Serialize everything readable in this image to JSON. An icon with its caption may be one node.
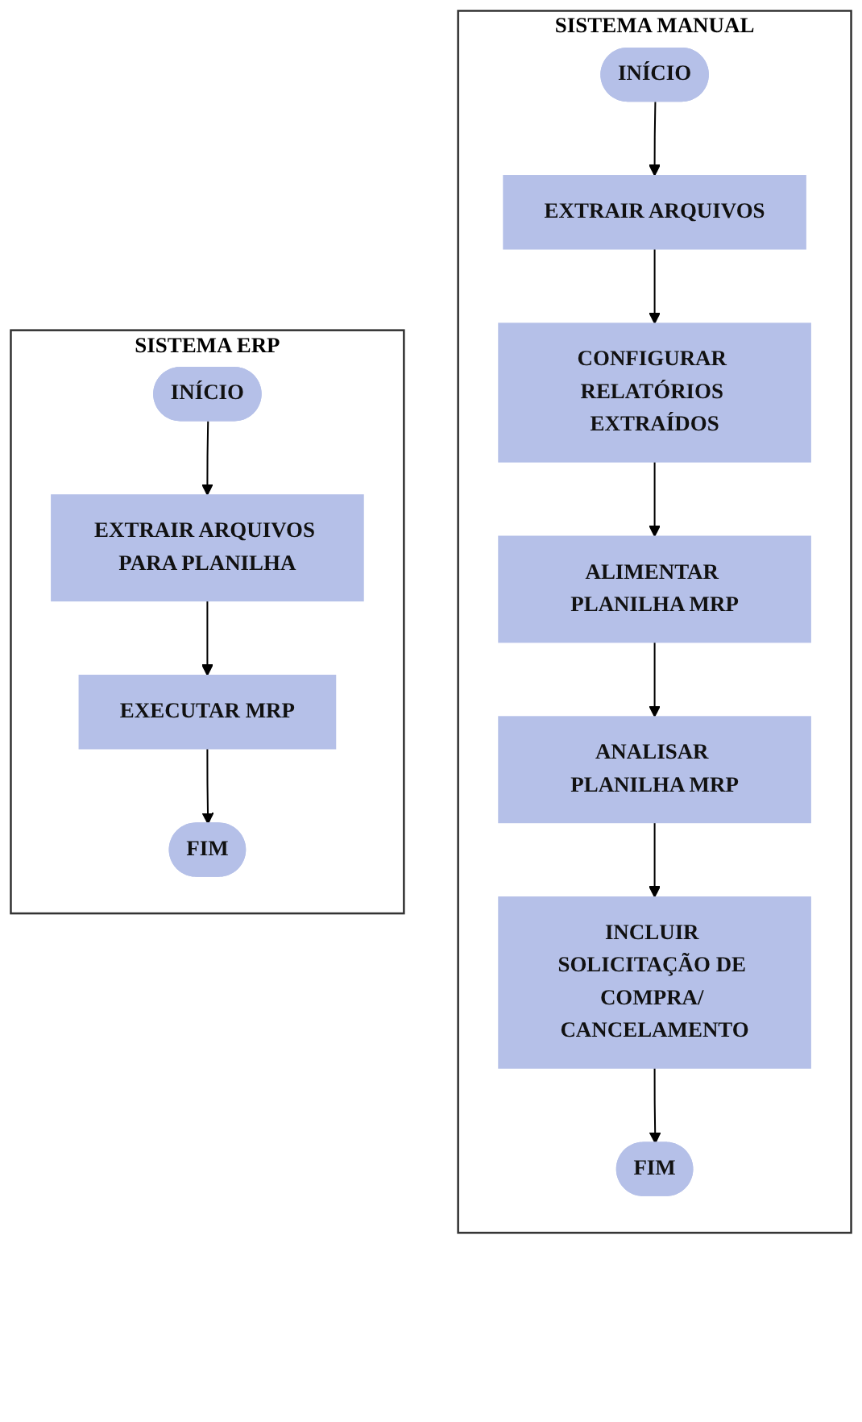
{
  "diagram": {
    "nodes": [
      {
        "text": [
          "SISTEMA MANUAL"
        ]
      },
      {
        "text": [
          "INÍCIO"
        ],
        "in": 0
      },
      {
        "text": [
          "EXTRAIR ARQUIVOS"
        ],
        "in": 0
      },
      {
        "text": [
          "CONFIGURAR RELATÓRIOS EXTRAÍDOS"
        ],
        "in": 0
      },
      {
        "text": [
          "ALIMENTAR PLANILHA MRP"
        ],
        "in": 0
      },
      {
        "text": [
          "ANALISAR PLANILHA MRP"
        ],
        "in": 0
      },
      {
        "text": [
          "INCLUIR SOLICITAÇÃO DE COMPRA/ CANCELAMENTO"
        ],
        "in": 0
      },
      {
        "text": [
          "FIM"
        ],
        "in": 0
      },
      {
        "text": [
          "SISTEMA ERP"
        ]
      },
      {
        "text": [
          "INÍCIO"
        ],
        "in": 8
      },
      {
        "text": [
          "EXTRAIR ARQUIVOS PARA PLANILHA"
        ],
        "in": 8
      },
      {
        "text": [
          "EXECUTAR MRP"
        ],
        "in": 8
      },
      {
        "text": [
          "FIM"
        ],
        "in": 8
      }
    ],
    "edges": [
      {
        "from": 1,
        "to": 2,
        "arrow": "to"
      },
      {
        "from": 2,
        "to": 3,
        "arrow": "to"
      },
      {
        "from": 3,
        "to": 4,
        "arrow": "to"
      },
      {
        "from": 4,
        "to": 5,
        "arrow": "to"
      },
      {
        "from": 5,
        "to": 6,
        "arrow": "to"
      },
      {
        "from": 6,
        "to": 7,
        "arrow": "to"
      },
      {
        "from": 9,
        "to": 10,
        "arrow": "to"
      },
      {
        "from": 10,
        "to": 11,
        "arrow": "to"
      },
      {
        "from": 11,
        "to": 12,
        "arrow": "to"
      }
    ]
  }
}
